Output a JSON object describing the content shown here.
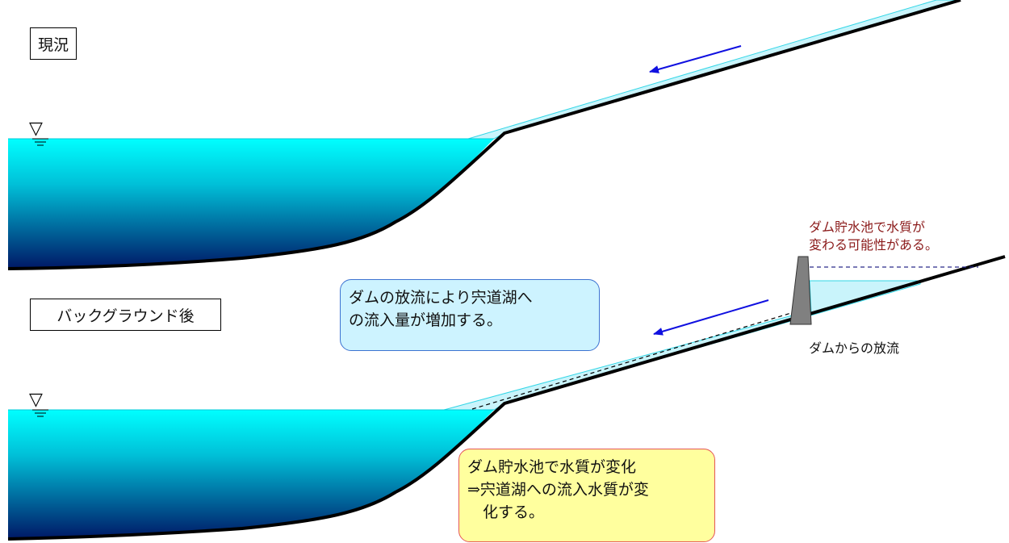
{
  "labels": {
    "current": "現況",
    "after": "バックグラウンド後"
  },
  "callouts": {
    "dam_discharge": [
      "ダムの放流により宍道湖へ",
      "の流入量が増加する。"
    ],
    "water_quality": [
      "ダム貯水池で水質が変化",
      "⇒宍道湖への流入水質が変",
      "　化する。"
    ]
  },
  "annotations": {
    "reservoir_quality": [
      "ダム貯水池で水質が",
      "変わる可能性がある。"
    ],
    "dam_release": "ダムからの放流"
  },
  "symbols": {
    "water_level": "▽"
  },
  "colors": {
    "water_top": "#00ffff",
    "water_bottom": "#001866",
    "river_water": "#c9f4fb",
    "flow_arrow": "#1010e0",
    "dam": "#808080",
    "annotation_red": "#8b1a1a",
    "callout_blue_fill": "#cdf3ff",
    "callout_yellow_fill": "#ffff9e"
  }
}
